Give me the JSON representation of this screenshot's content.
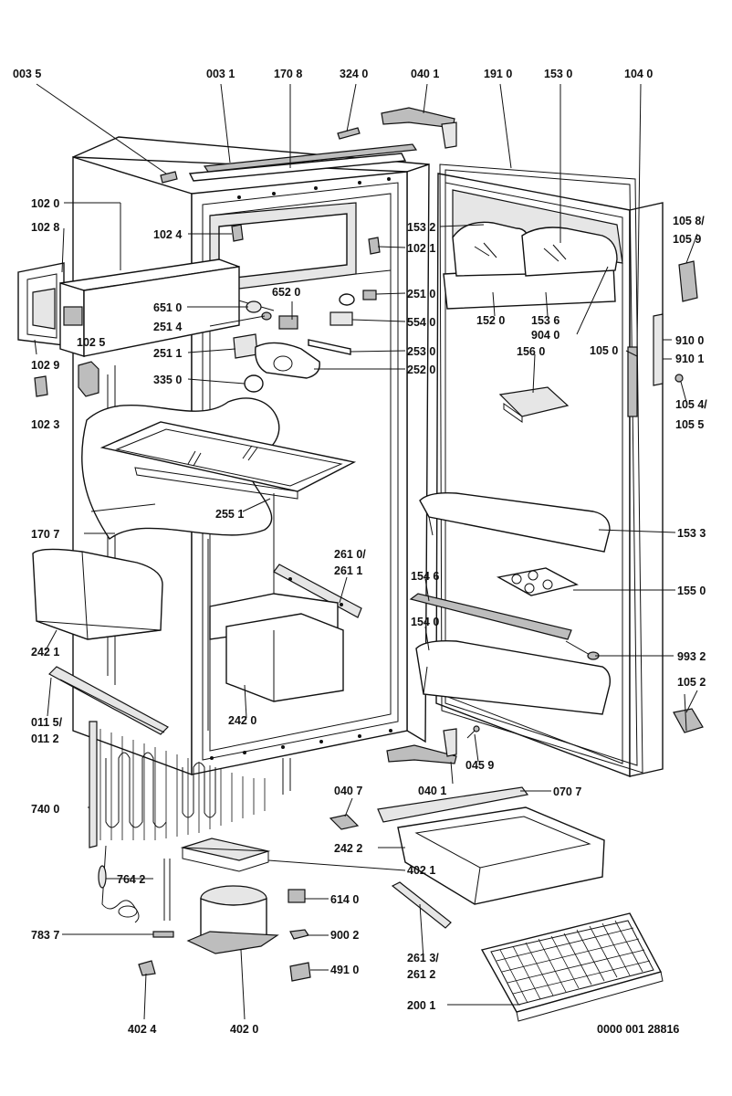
{
  "drawing_number": "0000 001 28816",
  "labels": {
    "l0035": "003 5",
    "l0031": "003 1",
    "l1708": "170 8",
    "l3240": "324 0",
    "l0401a": "040 1",
    "l1910": "191 0",
    "l1530": "153 0",
    "l1040": "104 0",
    "l1020": "102 0",
    "l1028": "102 8",
    "l1024": "102 4",
    "l1021": "102 1",
    "l1532": "153 2",
    "l1058": "105 8/",
    "l1059": "105 9",
    "l6520": "652 0",
    "l6510": "651 0",
    "l2510": "251 0",
    "l2514": "251 4",
    "l5540": "554 0",
    "l1025": "102 5",
    "l2511": "251 1",
    "l2530": "253 0",
    "l2520": "252 0",
    "l1029": "102 9",
    "l3350": "335 0",
    "l1520": "152 0",
    "l1536": "153 6",
    "l9040": "904 0",
    "l1050": "105 0",
    "l9100": "910 0",
    "l9101": "910 1",
    "l1023": "102 3",
    "l1560": "156 0",
    "l1054": "105 4/",
    "l1055": "105 5",
    "l2551": "255 1",
    "l1707": "170 7",
    "l1533": "153 3",
    "l2610": "261 0/",
    "l2611": "261 1",
    "l1546": "154 6",
    "l1550": "155 0",
    "l1540": "154 0",
    "l2421": "242 1",
    "l9932": "993 2",
    "l1052": "105 2",
    "l0115": "011 5/",
    "l0112": "011 2",
    "l2420": "242 0",
    "l0459": "045 9",
    "l0401b": "040 1",
    "l0407": "040 7",
    "l0707": "070 7",
    "l7400": "740 0",
    "l2422": "242 2",
    "l4021": "402 1",
    "l7642": "764 2",
    "l6140": "614 0",
    "l7837": "783 7",
    "l9002": "900 2",
    "l2613": "261 3/",
    "l2612": "261 2",
    "l4910": "491 0",
    "l2001": "200 1",
    "l4024": "402 4",
    "l4020": "402 0"
  }
}
